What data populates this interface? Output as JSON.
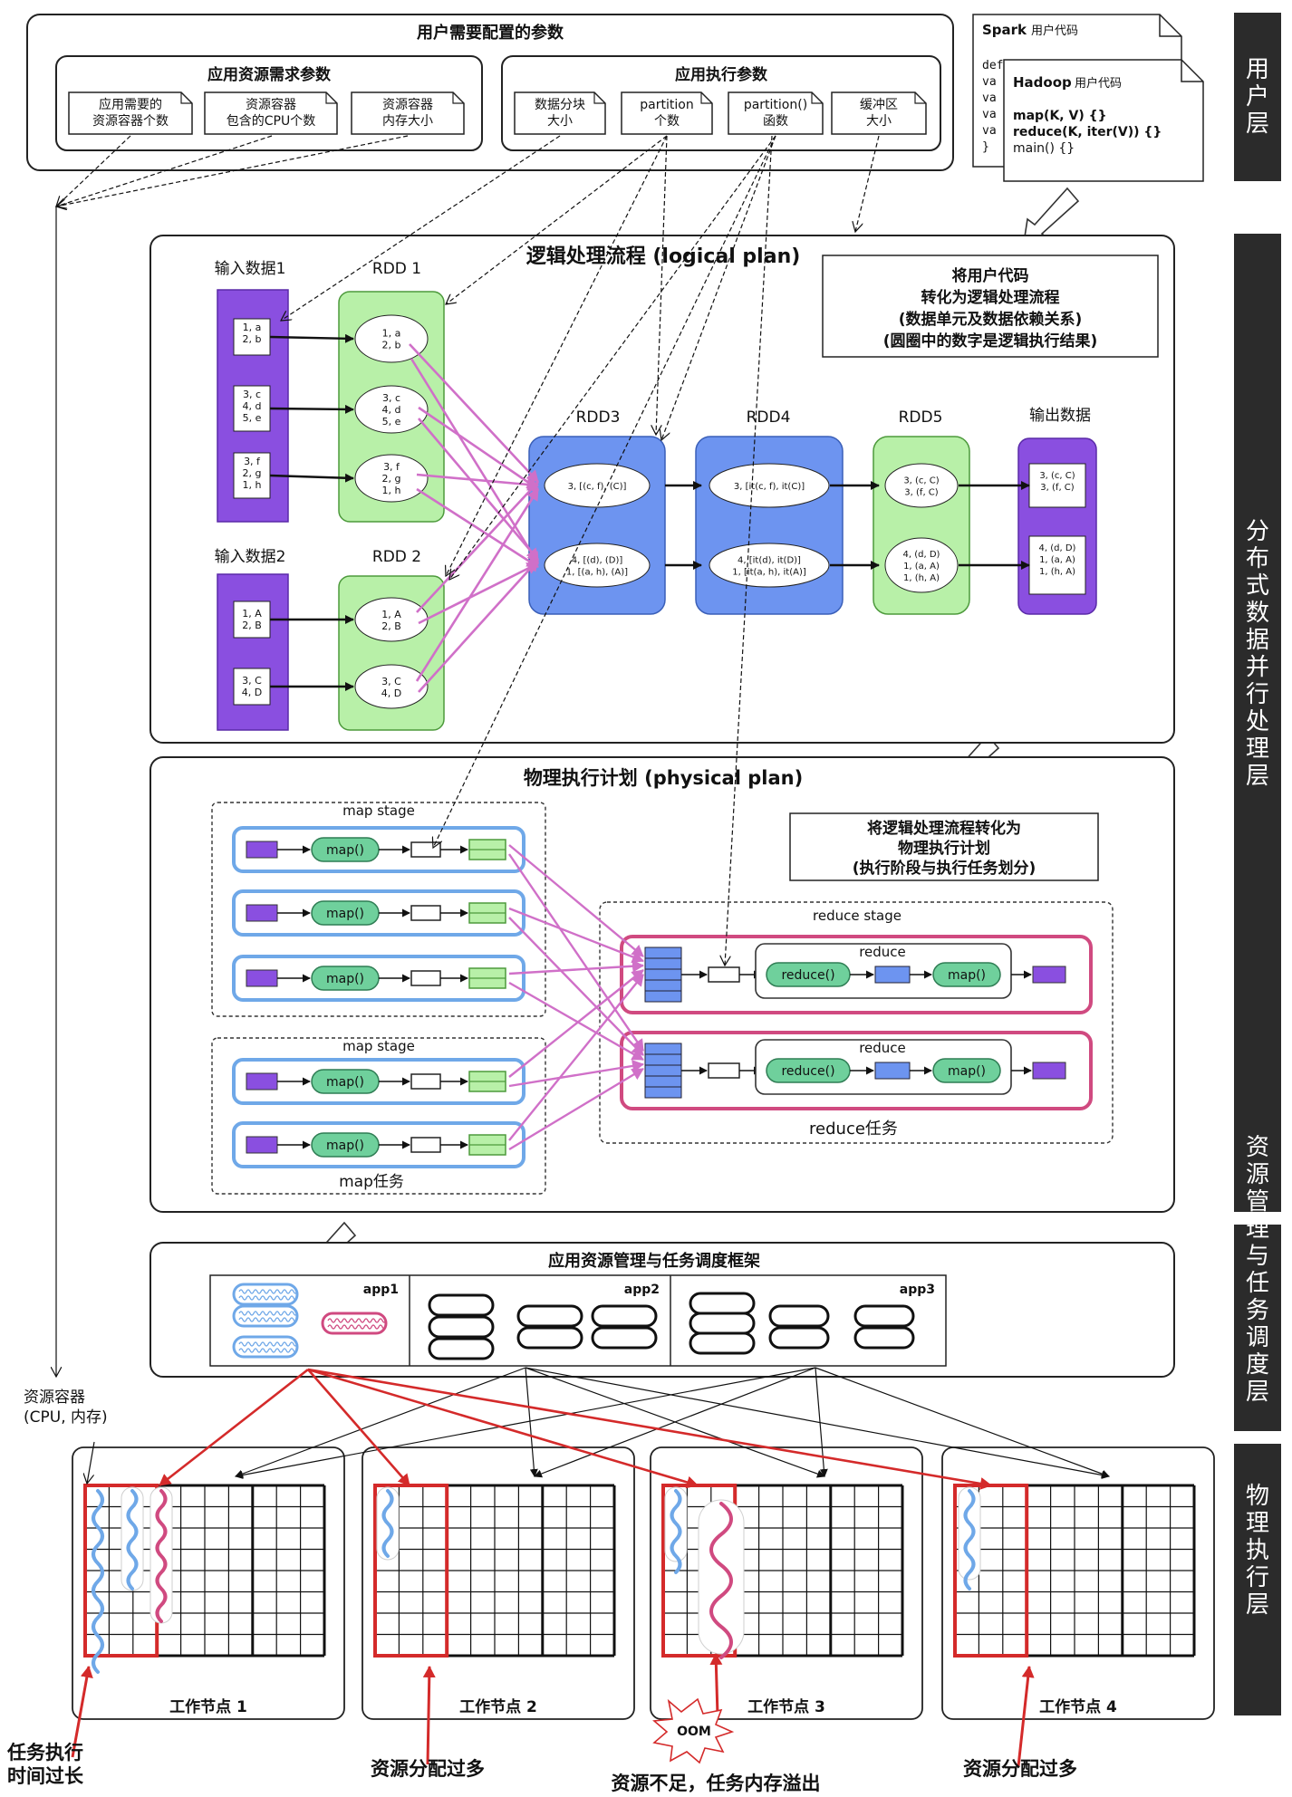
{
  "layers": {
    "user": "用户层",
    "distributed": "分布式数据并行处理层",
    "resource": "资源管理与任务调度层",
    "physical": "物理执行层"
  },
  "params": {
    "title": "用户需要配置的参数",
    "resource_group": {
      "title": "应用资源需求参数",
      "items": [
        [
          "应用需要的",
          "资源容器个数"
        ],
        [
          "资源容器",
          "包含的CPU个数"
        ],
        [
          "资源容器",
          "内存大小"
        ]
      ]
    },
    "exec_group": {
      "title": "应用执行参数",
      "items": [
        [
          "数据分块",
          "大小"
        ],
        [
          "partition",
          "个数"
        ],
        [
          "partition()",
          "函数"
        ],
        [
          "缓冲区",
          "大小"
        ]
      ]
    }
  },
  "code": {
    "spark_title": "Spark",
    "spark_sub": "用户代码",
    "spark_lines": [
      "def",
      "va",
      "va",
      "va",
      "va",
      "}"
    ],
    "hadoop_title": "Hadoop",
    "hadoop_sub": "用户代码",
    "hadoop_lines": [
      "map(K, V) {}",
      "reduce(K, iter(V)) {}",
      "main() {}"
    ]
  },
  "logical": {
    "title": "逻辑处理流程 (logical plan)",
    "note": [
      "将用户代码",
      "转化为逻辑处理流程",
      "(数据单元及数据依赖关系)",
      "(圆圈中的数字是逻辑执行结果)"
    ],
    "input1": {
      "label": "输入数据1",
      "blocks": [
        [
          "1, a",
          "2, b"
        ],
        [
          "3, c",
          "4, d",
          "5, e"
        ],
        [
          "3, f",
          "2, g",
          "1, h"
        ]
      ]
    },
    "rdd1": {
      "label": "RDD 1",
      "parts": [
        [
          "1, a",
          "2, b"
        ],
        [
          "3, c",
          "4, d",
          "5, e"
        ],
        [
          "3, f",
          "2, g",
          "1, h"
        ]
      ]
    },
    "input2": {
      "label": "输入数据2",
      "blocks": [
        [
          "1, A",
          "2, B"
        ],
        [
          "3, C",
          "4, D"
        ]
      ]
    },
    "rdd2": {
      "label": "RDD 2",
      "parts": [
        [
          "1, A",
          "2, B"
        ],
        [
          "3, C",
          "4, D"
        ]
      ]
    },
    "rdd3": {
      "label": "RDD3",
      "parts": [
        [
          "3, [(c, f), (C)]"
        ],
        [
          "4, [(d), (D)]",
          "1, [(a, h), (A)]"
        ]
      ]
    },
    "rdd4": {
      "label": "RDD4",
      "parts": [
        [
          "3, [it(c, f), it(C)]"
        ],
        [
          "4, [it(d), it(D)]",
          "1, [it(a, h), it(A)]"
        ]
      ]
    },
    "rdd5": {
      "label": "RDD5",
      "parts": [
        [
          "3, (c, C)",
          "3, (f, C)"
        ],
        [
          "4, (d, D)",
          "1, (a, A)",
          "1, (h, A)"
        ]
      ]
    },
    "output": {
      "label": "输出数据",
      "blocks": [
        [
          "3, (c, C)",
          "3, (f, C)"
        ],
        [
          "4, (d, D)",
          "1, (a, A)",
          "1, (h, A)"
        ]
      ]
    }
  },
  "physical": {
    "title": "物理执行计划 (physical plan)",
    "note": [
      "将逻辑处理流程转化为",
      "物理执行计划",
      "(执行阶段与执行任务划分)"
    ],
    "map_stage": "map stage",
    "map_fn": "map()",
    "map_task": "map任务",
    "reduce_stage": "reduce stage",
    "reduce_label": "reduce",
    "reduce_fn": "reduce()",
    "reduce_task": "reduce任务"
  },
  "resource": {
    "title": "应用资源管理与任务调度框架",
    "apps": [
      "app1",
      "app2",
      "app3"
    ]
  },
  "cluster": {
    "container_label": [
      "资源容器",
      "(CPU, 内存)"
    ],
    "nodes": [
      "工作节点 1",
      "工作节点 2",
      "工作节点 3",
      "工作节点 4"
    ],
    "oom": "OOM",
    "annotations": [
      [
        "任务执行",
        "时间过长"
      ],
      [
        "资源分配过多"
      ],
      [
        "资源不足，任务内存溢出"
      ],
      [
        "资源分配过多"
      ]
    ]
  }
}
